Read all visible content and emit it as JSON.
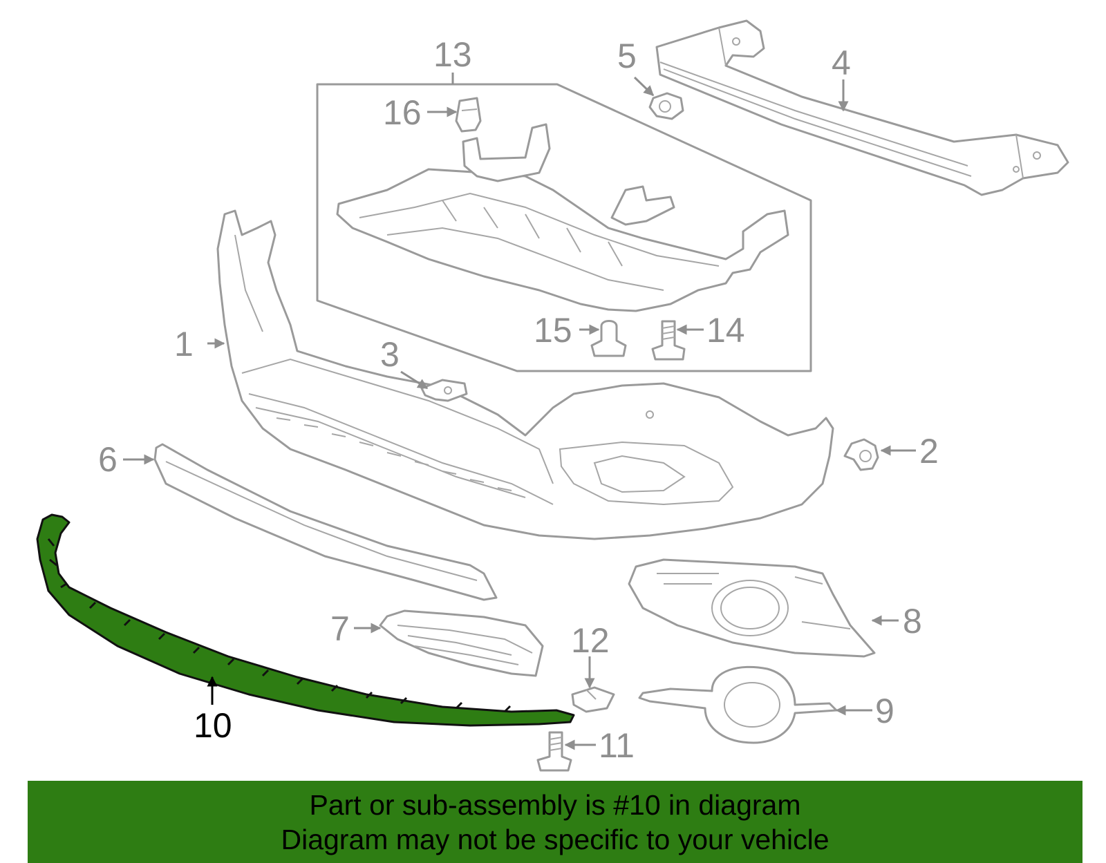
{
  "diagram": {
    "callouts": {
      "c1": "1",
      "c2": "2",
      "c3": "3",
      "c4": "4",
      "c5": "5",
      "c6": "6",
      "c7": "7",
      "c8": "8",
      "c9": "9",
      "c10": "10",
      "c11": "11",
      "c12": "12",
      "c13": "13",
      "c14": "14",
      "c15": "15",
      "c16": "16"
    },
    "highlighted_part": "10",
    "colors": {
      "highlight_fill": "#2e7d13",
      "line_art": "#9a9a9a",
      "callout_text": "#8f8f8f"
    }
  },
  "footer": {
    "line1": "Part or sub-assembly is #10 in diagram",
    "line2": "Diagram may not be specific to your vehicle"
  }
}
